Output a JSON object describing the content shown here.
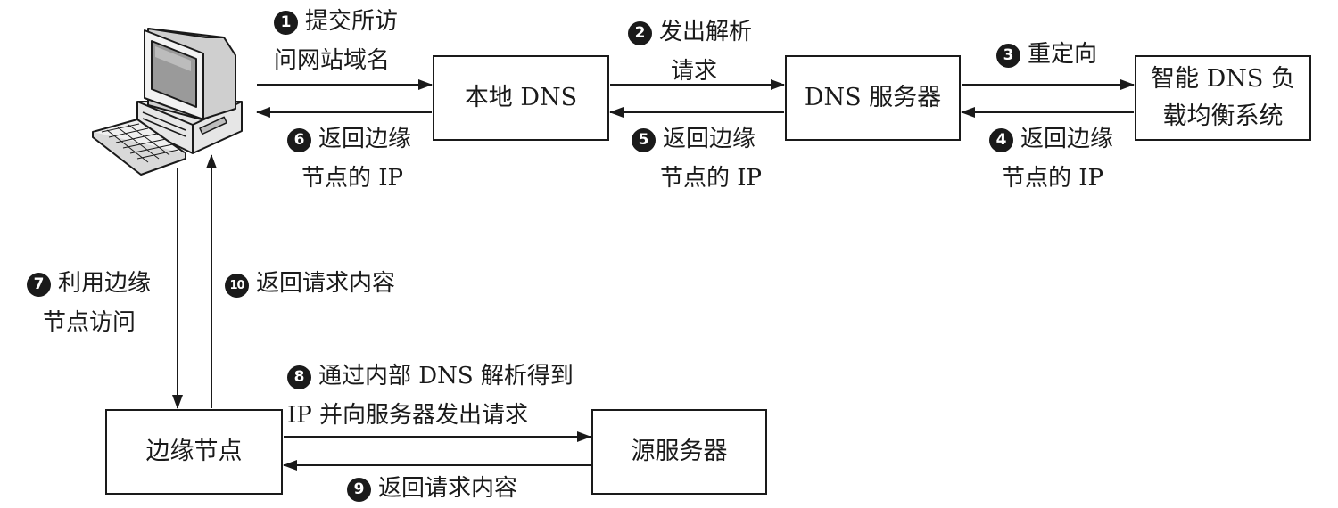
{
  "nodes": {
    "local_dns": "本地 DNS",
    "dns_server": "DNS 服务器",
    "gslb_line1": "智能 DNS 负",
    "gslb_line2": "载均衡系统",
    "edge_node": "边缘节点",
    "origin_server": "源服务器"
  },
  "steps": [
    {
      "num": "1",
      "line1": "提交所访",
      "line2": "问网站域名"
    },
    {
      "num": "2",
      "line1": "发出解析",
      "line2": "请求"
    },
    {
      "num": "3",
      "line1": "重定向",
      "line2": ""
    },
    {
      "num": "4",
      "line1": "返回边缘",
      "line2": "节点的 IP"
    },
    {
      "num": "5",
      "line1": "返回边缘",
      "line2": "节点的 IP"
    },
    {
      "num": "6",
      "line1": "返回边缘",
      "line2": "节点的 IP"
    },
    {
      "num": "7",
      "line1": "利用边缘",
      "line2": "节点访问"
    },
    {
      "num": "8",
      "line1": "通过内部 DNS 解析得到",
      "line2": "IP 并向服务器发出请求"
    },
    {
      "num": "9",
      "line1": "返回请求内容",
      "line2": ""
    },
    {
      "num": "10",
      "line1": "返回请求内容",
      "line2": ""
    }
  ],
  "icons": {
    "client": "desktop-computer-icon"
  }
}
